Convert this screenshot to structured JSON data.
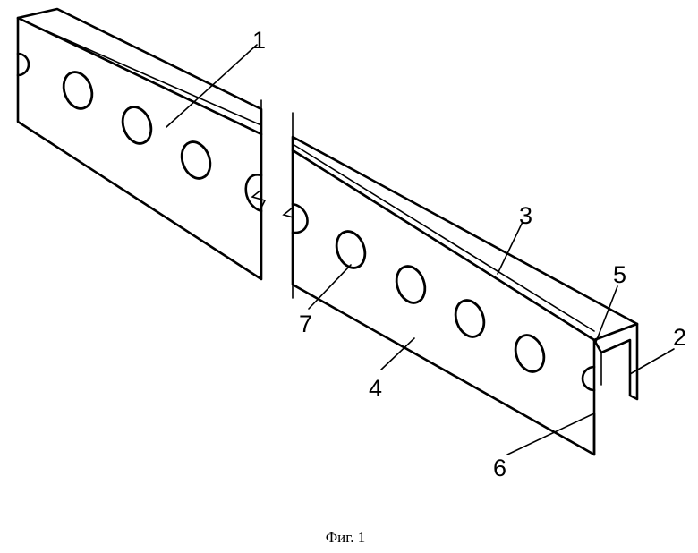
{
  "figure": {
    "caption": "Фиг. 1",
    "labels": [
      "1",
      "2",
      "3",
      "4",
      "5",
      "6",
      "7"
    ]
  },
  "colors": {
    "stroke": "#000000",
    "background": "#ffffff"
  }
}
